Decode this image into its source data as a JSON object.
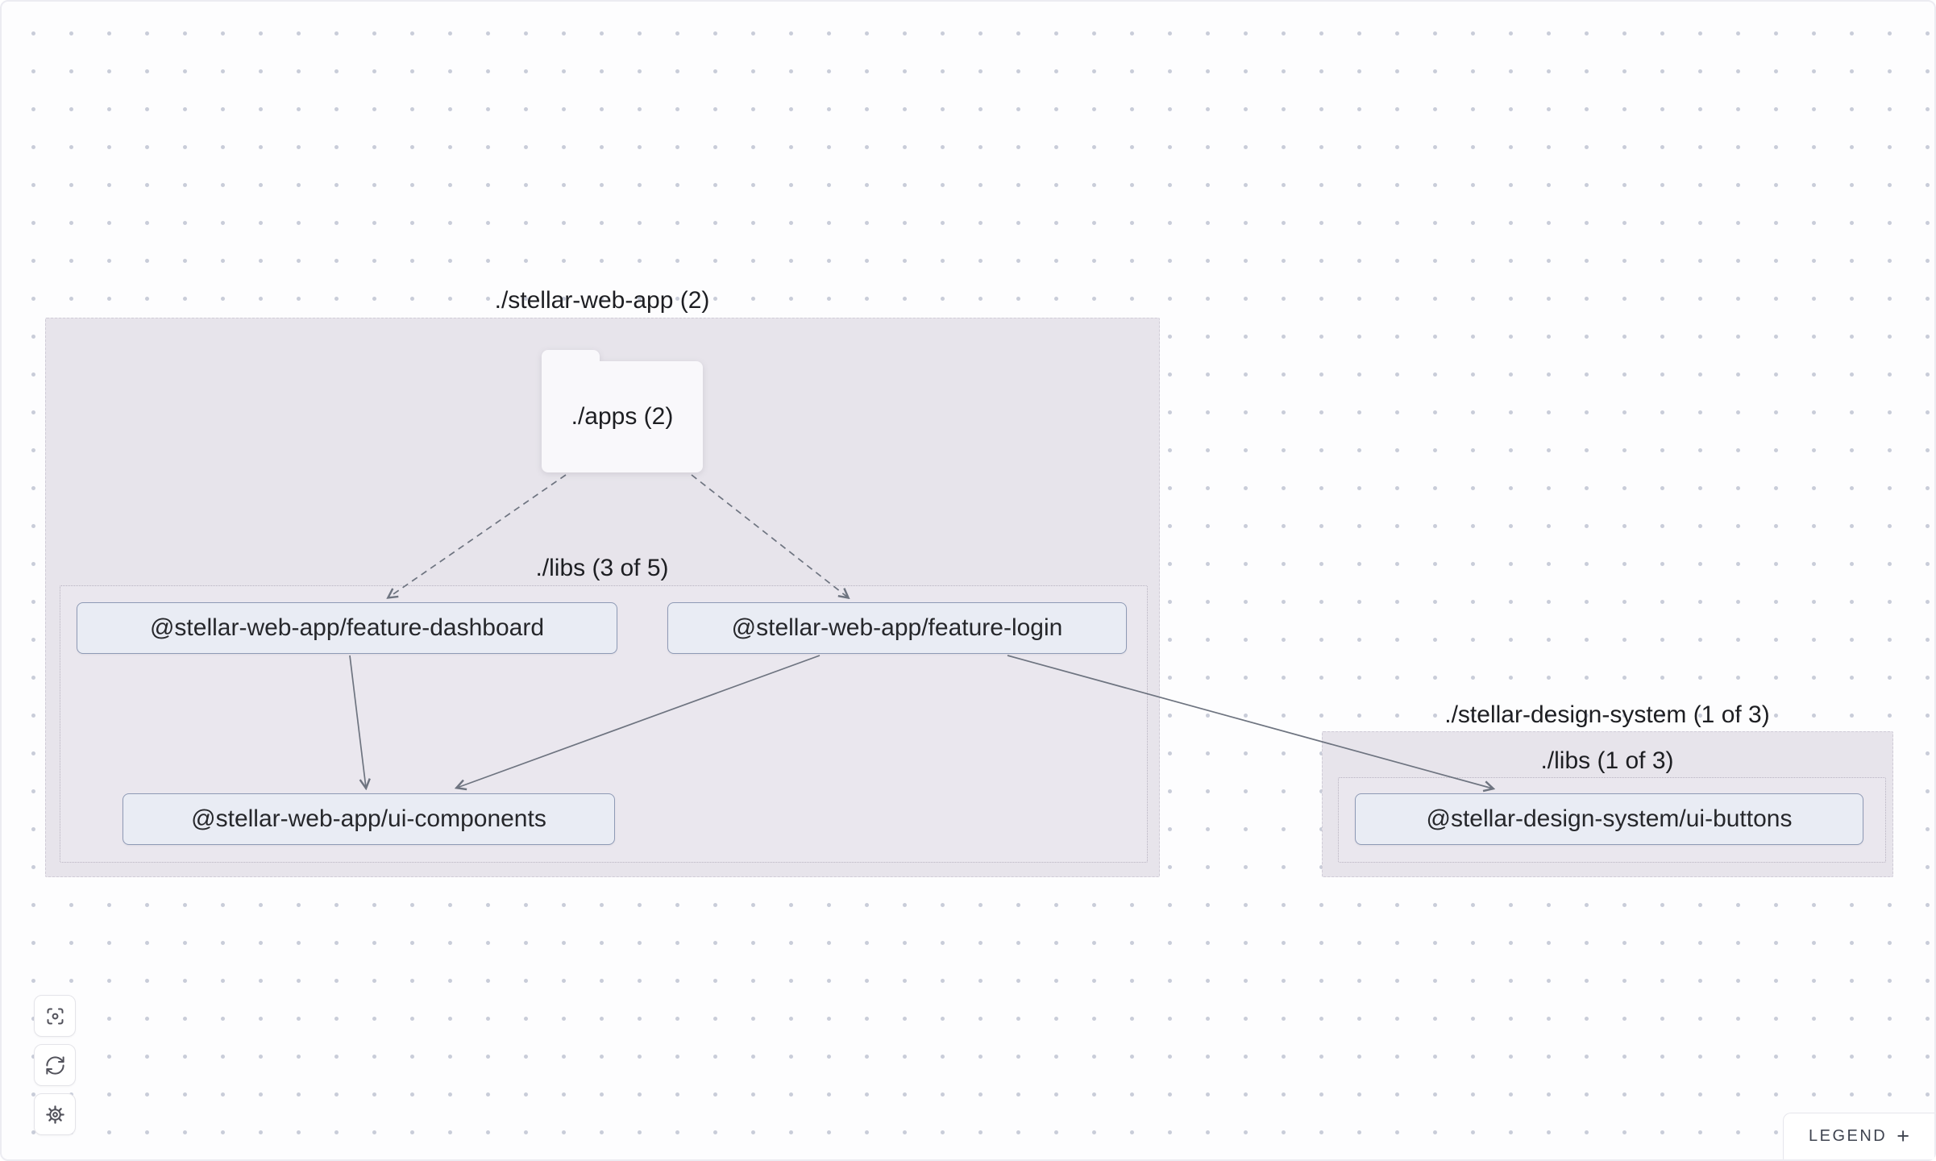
{
  "canvas": {
    "background": "#fdfdfe",
    "dot_color": "#c9cdd9",
    "group_fill": "#e7e4eb",
    "node_fill": "#e9ecf4",
    "node_border": "#8e9ab5",
    "edge_color": "#6e7480"
  },
  "graph": {
    "groups": [
      {
        "id": "stellar-web-app",
        "label": "./stellar-web-app (2)"
      },
      {
        "id": "stellar-web-app-libs",
        "label": "./libs (3 of 5)"
      },
      {
        "id": "stellar-design-system",
        "label": "./stellar-design-system (1 of 3)"
      },
      {
        "id": "stellar-design-system-libs",
        "label": "./libs (1 of 3)"
      }
    ],
    "folder_node": {
      "id": "apps",
      "label": "./apps (2)"
    },
    "nodes": [
      {
        "id": "feature-dashboard",
        "label": "@stellar-web-app/feature-dashboard"
      },
      {
        "id": "feature-login",
        "label": "@stellar-web-app/feature-login"
      },
      {
        "id": "ui-components",
        "label": "@stellar-web-app/ui-components"
      },
      {
        "id": "ui-buttons",
        "label": "@stellar-design-system/ui-buttons"
      }
    ],
    "edges": [
      {
        "from": "./apps (2)",
        "to": "@stellar-web-app/feature-dashboard",
        "style": "dashed"
      },
      {
        "from": "./apps (2)",
        "to": "@stellar-web-app/feature-login",
        "style": "dashed"
      },
      {
        "from": "@stellar-web-app/feature-dashboard",
        "to": "@stellar-web-app/ui-components",
        "style": "solid"
      },
      {
        "from": "@stellar-web-app/feature-login",
        "to": "@stellar-web-app/ui-components",
        "style": "solid"
      },
      {
        "from": "@stellar-web-app/feature-login",
        "to": "@stellar-design-system/ui-buttons",
        "style": "solid"
      }
    ]
  },
  "toolbar": {
    "buttons": [
      {
        "icon": "focus-icon"
      },
      {
        "icon": "refresh-icon"
      },
      {
        "icon": "settings-icon"
      }
    ]
  },
  "legend": {
    "label": "LEGEND",
    "expand_symbol": "+"
  }
}
